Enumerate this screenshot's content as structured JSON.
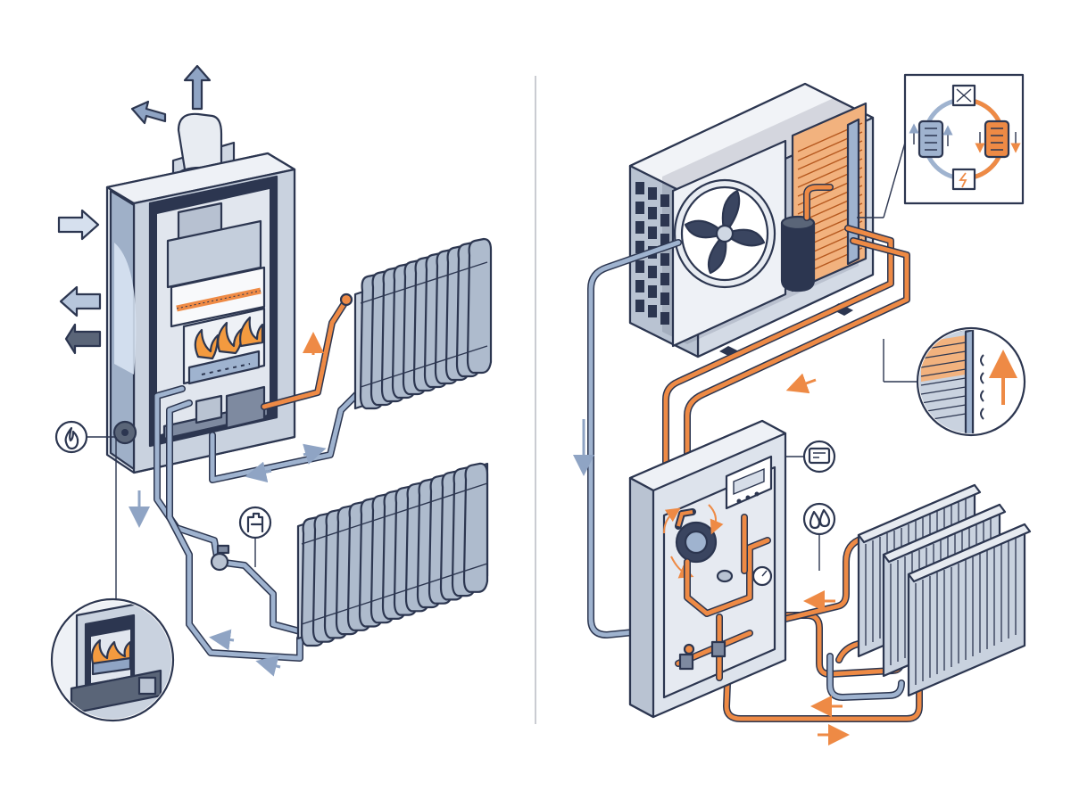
{
  "colors": {
    "outline": "#2c3650",
    "metal_light": "#e4e8ef",
    "metal_mid": "#b9c3d2",
    "metal_dark": "#7e8aa0",
    "flow_cold": "#9fb3cf",
    "flow_hot": "#ee8a45",
    "flame": "#f39a3f",
    "divider": "#b8bcc4"
  },
  "left_panel": {
    "subject": "gas-boiler-with-cast-iron-radiators",
    "icons": [
      "flame-icon",
      "gas-valve-icon"
    ],
    "callouts": [
      "burner-detail-inset"
    ]
  },
  "right_panel": {
    "subject": "air-source-heat-pump-with-panel-radiators",
    "icons": [
      "refrigerant-cycle-icon",
      "control-display-icon",
      "water-drops-icon"
    ],
    "callouts": [
      "heat-exchanger-detail-inset"
    ]
  }
}
